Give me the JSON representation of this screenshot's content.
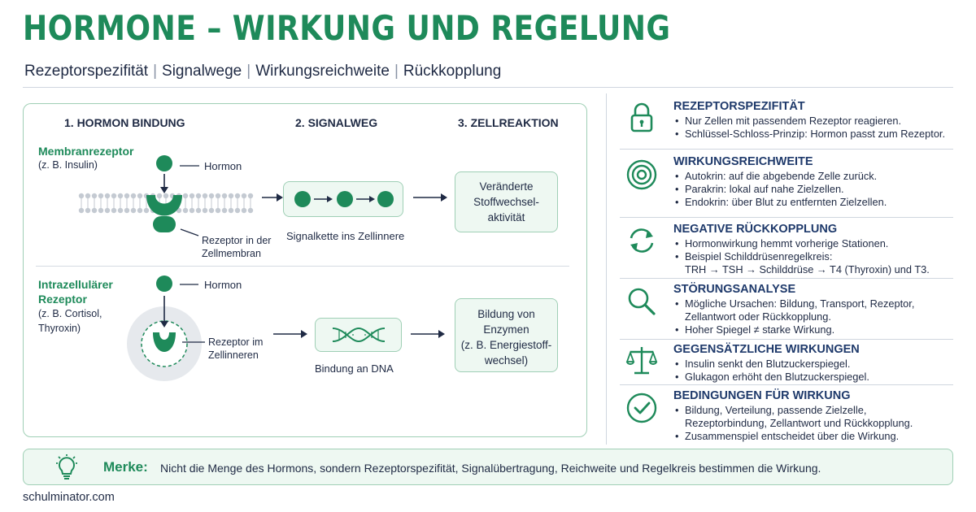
{
  "header": {
    "title": "HORMONE – WIRKUNG UND REGELUNG",
    "subtitle_items": [
      "Rezeptorspezifität",
      "Signalwege",
      "Wirkungsreichweite",
      "Rückkopplung"
    ],
    "separator": "|"
  },
  "process": {
    "steps": [
      "1. HORMON BINDUNG",
      "2. SIGNALWEG",
      "3. ZELLREAKTION"
    ],
    "membrane": {
      "title": "Membranrezeptor",
      "example": "(z. B. Insulin)",
      "hormone_label": "Hormon",
      "receptor_label_1": "Rezeptor in der",
      "receptor_label_2": "Zellmembran",
      "signal_caption": "Signalkette ins Zellinnere",
      "result_1": "Veränderte",
      "result_2": "Stoffwechsel-",
      "result_3": "aktivität"
    },
    "intracellular": {
      "title_1": "Intrazellulärer",
      "title_2": "Rezeptor",
      "example_1": "(z. B. Cortisol,",
      "example_2": "Thyroxin)",
      "hormone_label": "Hormon",
      "receptor_label_1": "Rezeptor im",
      "receptor_label_2": "Zellinneren",
      "dna_caption": "Bindung an DNA",
      "result_1": "Bildung von",
      "result_2": "Enzymen",
      "result_3": "(z. B. Energiestoff-",
      "result_4": "wechsel)"
    }
  },
  "reference": [
    {
      "icon": "lock-icon",
      "title": "REZEPTORSPEZIFITÄT",
      "items": [
        "Nur Zellen mit passendem Rezeptor reagieren.",
        "Schlüssel-Schloss-Prinzip: Hormon passt zum Rezeptor."
      ]
    },
    {
      "icon": "target-icon",
      "title": "WIRKUNGSREICHWEITE",
      "items": [
        "Autokrin: auf die abgebende Zelle zurück.",
        "Parakrin: lokal auf nahe Zielzellen.",
        "Endokrin: über Blut zu entfernten Zielzellen."
      ]
    },
    {
      "icon": "cycle-arrows-icon",
      "title": "NEGATIVE RÜCKKOPPLUNG",
      "items": [
        "Hormonwirkung hemmt vorherige Stationen.",
        "Beispiel Schilddrüsenregelkreis:"
      ],
      "continuation": "TRH → TSH → Schilddrüse → T4 (Thyroxin) und T3."
    },
    {
      "icon": "magnifier-icon",
      "title": "STÖRUNGSANALYSE",
      "items": [
        "Mögliche Ursachen: Bildung, Transport, Rezeptor,",
        "Hoher Spiegel ≠ starke Wirkung."
      ],
      "continuation": "Zellantwort oder Rückkopplung."
    },
    {
      "icon": "balance-scale-icon",
      "title": "GEGENSÄTZLICHE WIRKUNGEN",
      "items": [
        "Insulin senkt den Blutzuckerspiegel.",
        "Glukagon erhöht den Blutzuckerspiegel."
      ]
    },
    {
      "icon": "check-circle-icon",
      "title": "BEDINGUNGEN FÜR WIRKUNG",
      "items": [
        "Bildung, Verteilung, passende Zielzelle,",
        "Zusammenspiel entscheidet über die Wirkung."
      ],
      "continuation": "Rezeptorbindung, Zellantwort und Rückkopplung."
    }
  ],
  "note": {
    "icon": "lightbulb-icon",
    "label": "Merke:",
    "text": "Nicht die Menge des Hormons, sondern Rezeptorspezifität, Signalübertragung, Reichweite und Regelkreis bestimmen die Wirkung."
  },
  "footer": {
    "site": "schulminator.com"
  },
  "colors": {
    "accent_green": "#1e8a5a",
    "panel_border": "#9fcfb5",
    "panel_fill": "#eef8f2",
    "navy": "#1f3a6b"
  }
}
